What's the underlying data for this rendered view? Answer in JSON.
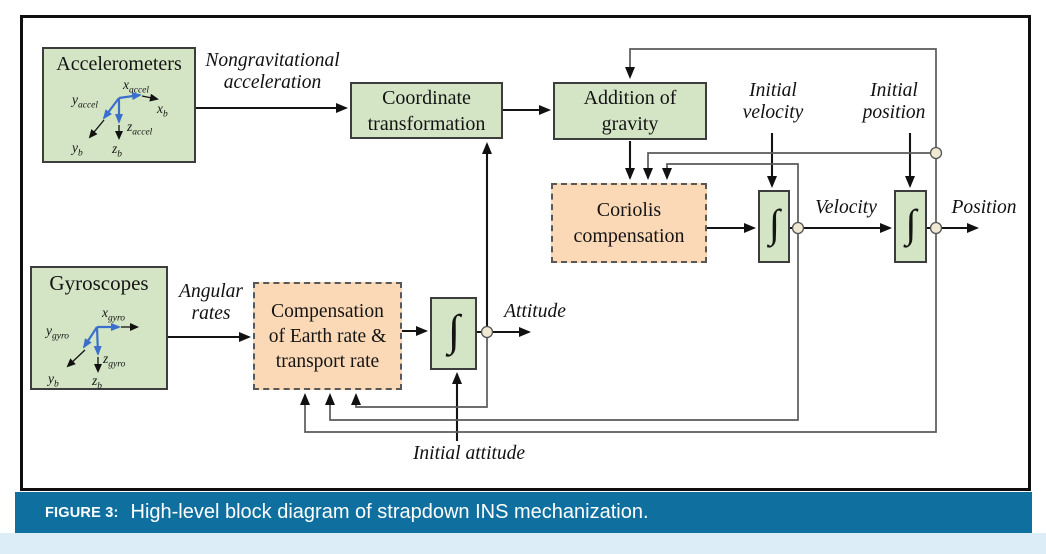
{
  "caption": {
    "label": "FIGURE 3:",
    "text": "High-level block diagram of strapdown INS mechanization."
  },
  "blocks": {
    "accelerometers": {
      "title": "Accelerometers"
    },
    "gyroscopes": {
      "title": "Gyroscopes"
    },
    "coordinate_transformation": {
      "line1": "Coordinate",
      "line2": "transformation"
    },
    "addition_of_gravity": {
      "line1": "Addition of",
      "line2": "gravity"
    },
    "coriolis_compensation": {
      "line1": "Coriolis",
      "line2": "compensation"
    },
    "earth_rate_compensation": {
      "line1": "Compensation",
      "line2": "of Earth rate &",
      "line3": "transport rate"
    },
    "attitude_integrator": {
      "symbol": "∫"
    },
    "velocity_integrator": {
      "symbol": "∫"
    },
    "position_integrator": {
      "symbol": "∫"
    }
  },
  "signal_labels": {
    "nongravitational_acceleration": {
      "line1": "Nongravitational",
      "line2": "acceleration"
    },
    "angular_rates": {
      "line1": "Angular",
      "line2": "rates"
    },
    "initial_velocity": {
      "line1": "Initial",
      "line2": "velocity"
    },
    "initial_position": {
      "line1": "Initial",
      "line2": "position"
    },
    "initial_attitude": "Initial attitude",
    "attitude": "Attitude",
    "velocity": "Velocity",
    "position": "Position"
  },
  "axis_labels": {
    "accel": {
      "x_sensor": {
        "base": "x",
        "sub": "accel"
      },
      "y_sensor": {
        "base": "y",
        "sub": "accel"
      },
      "z_sensor": {
        "base": "z",
        "sub": "accel"
      },
      "x_body": {
        "base": "x",
        "sub": "b"
      },
      "y_body": {
        "base": "y",
        "sub": "b"
      },
      "z_body": {
        "base": "z",
        "sub": "b"
      }
    },
    "gyro": {
      "x_sensor": {
        "base": "x",
        "sub": "gyro"
      },
      "y_sensor": {
        "base": "y",
        "sub": "gyro"
      },
      "z_sensor": {
        "base": "z",
        "sub": "gyro"
      },
      "y_body": {
        "base": "y",
        "sub": "b"
      },
      "z_body": {
        "base": "z",
        "sub": "b"
      }
    }
  },
  "colors": {
    "box_green": "#d4e5c5",
    "box_orange": "#fcd9b6",
    "caption_bar": "#0f70a0",
    "axis_blue": "#3a6fcc",
    "wire_black": "#141414",
    "wire_gray": "#5a5a5a",
    "node_fill": "#efe9d4"
  }
}
